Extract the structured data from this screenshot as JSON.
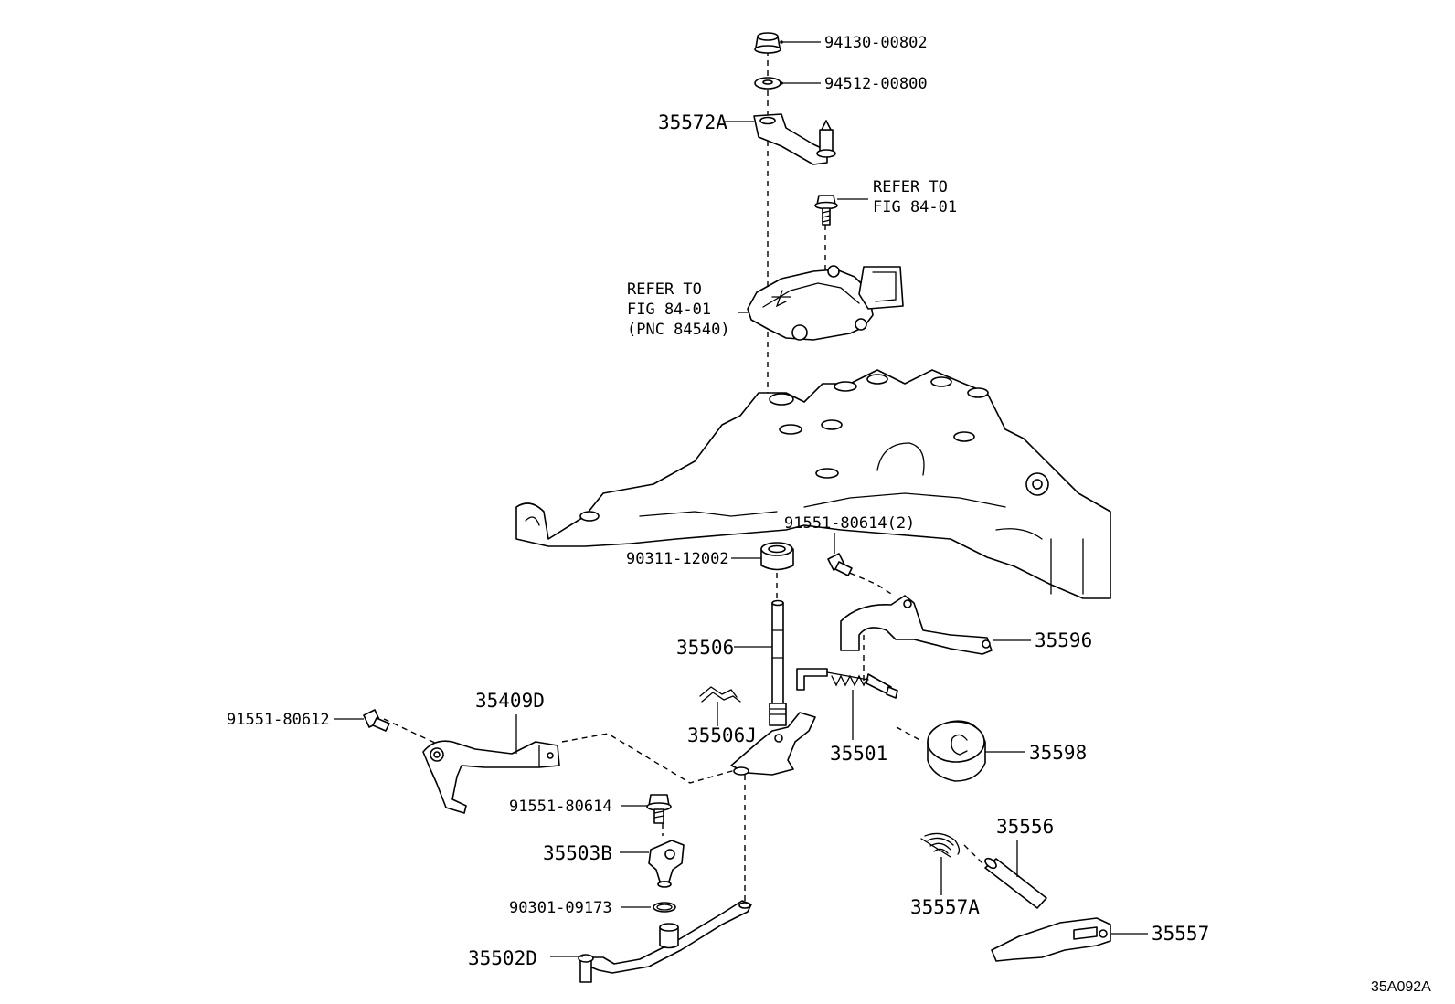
{
  "diagram": {
    "figure_code": "35A092A",
    "callouts": {
      "p94130": "94130-00802",
      "p94512": "94512-00800",
      "p35572a": "35572A",
      "refer_a_1": "REFER TO",
      "refer_a_2": "FIG 84-01",
      "refer_b_1": "REFER TO",
      "refer_b_2": "FIG 84-01",
      "refer_b_3": "(PNC 84540)",
      "p91551_2": "91551-80614(2)",
      "p90311": "90311-12002",
      "p35506": "35506",
      "p35596": "35596",
      "p91551_80612": "91551-80612",
      "p35409d": "35409D",
      "p35506j": "35506J",
      "p35501": "35501",
      "p35598": "35598",
      "p91551_80614": "91551-80614",
      "p35503b": "35503B",
      "p90301": "90301-09173",
      "p35502d": "35502D",
      "p35556": "35556",
      "p35557a": "35557A",
      "p35557": "35557"
    }
  }
}
